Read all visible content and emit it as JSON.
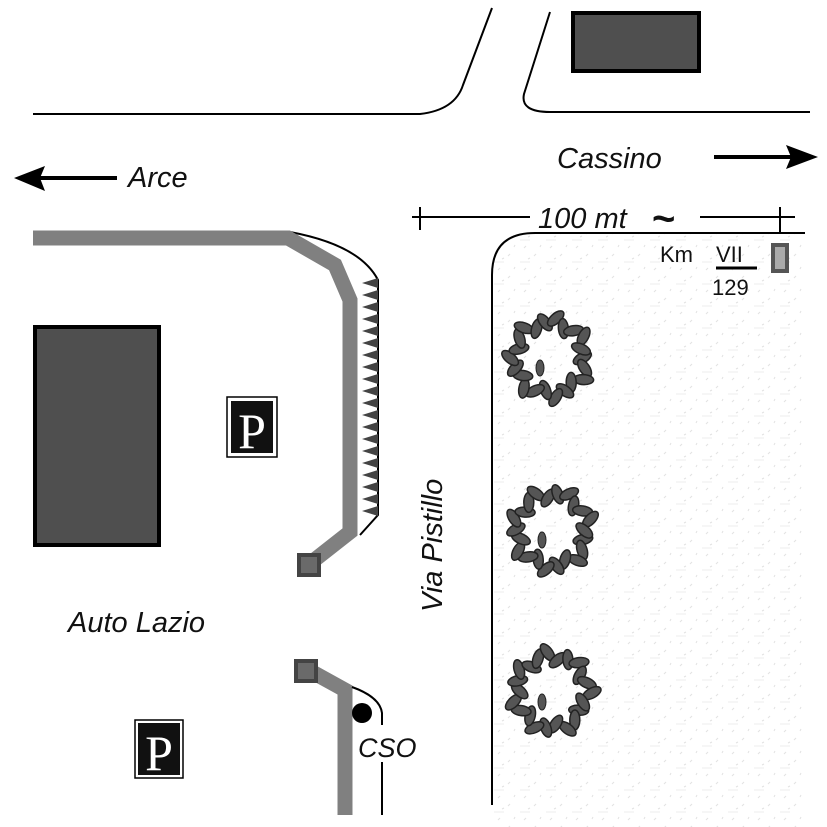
{
  "labels": {
    "arce": "Arce",
    "cassino": "Cassino",
    "scale": "100 mt",
    "scale_tilde": "~",
    "km_prefix": "Km",
    "km_road": "VII",
    "km_number": "129",
    "via_pistillo": "Via Pistillo",
    "auto_lazio": "Auto Lazio",
    "cso": "CSO",
    "parking_top": "P",
    "parking_bottom": "P"
  },
  "colors": {
    "building": "#4f4f4f",
    "access_path": "#808080",
    "marker": "#5a5a5a",
    "line": "#000000",
    "tree": "#555555",
    "park_area": "#f6f6f6"
  }
}
